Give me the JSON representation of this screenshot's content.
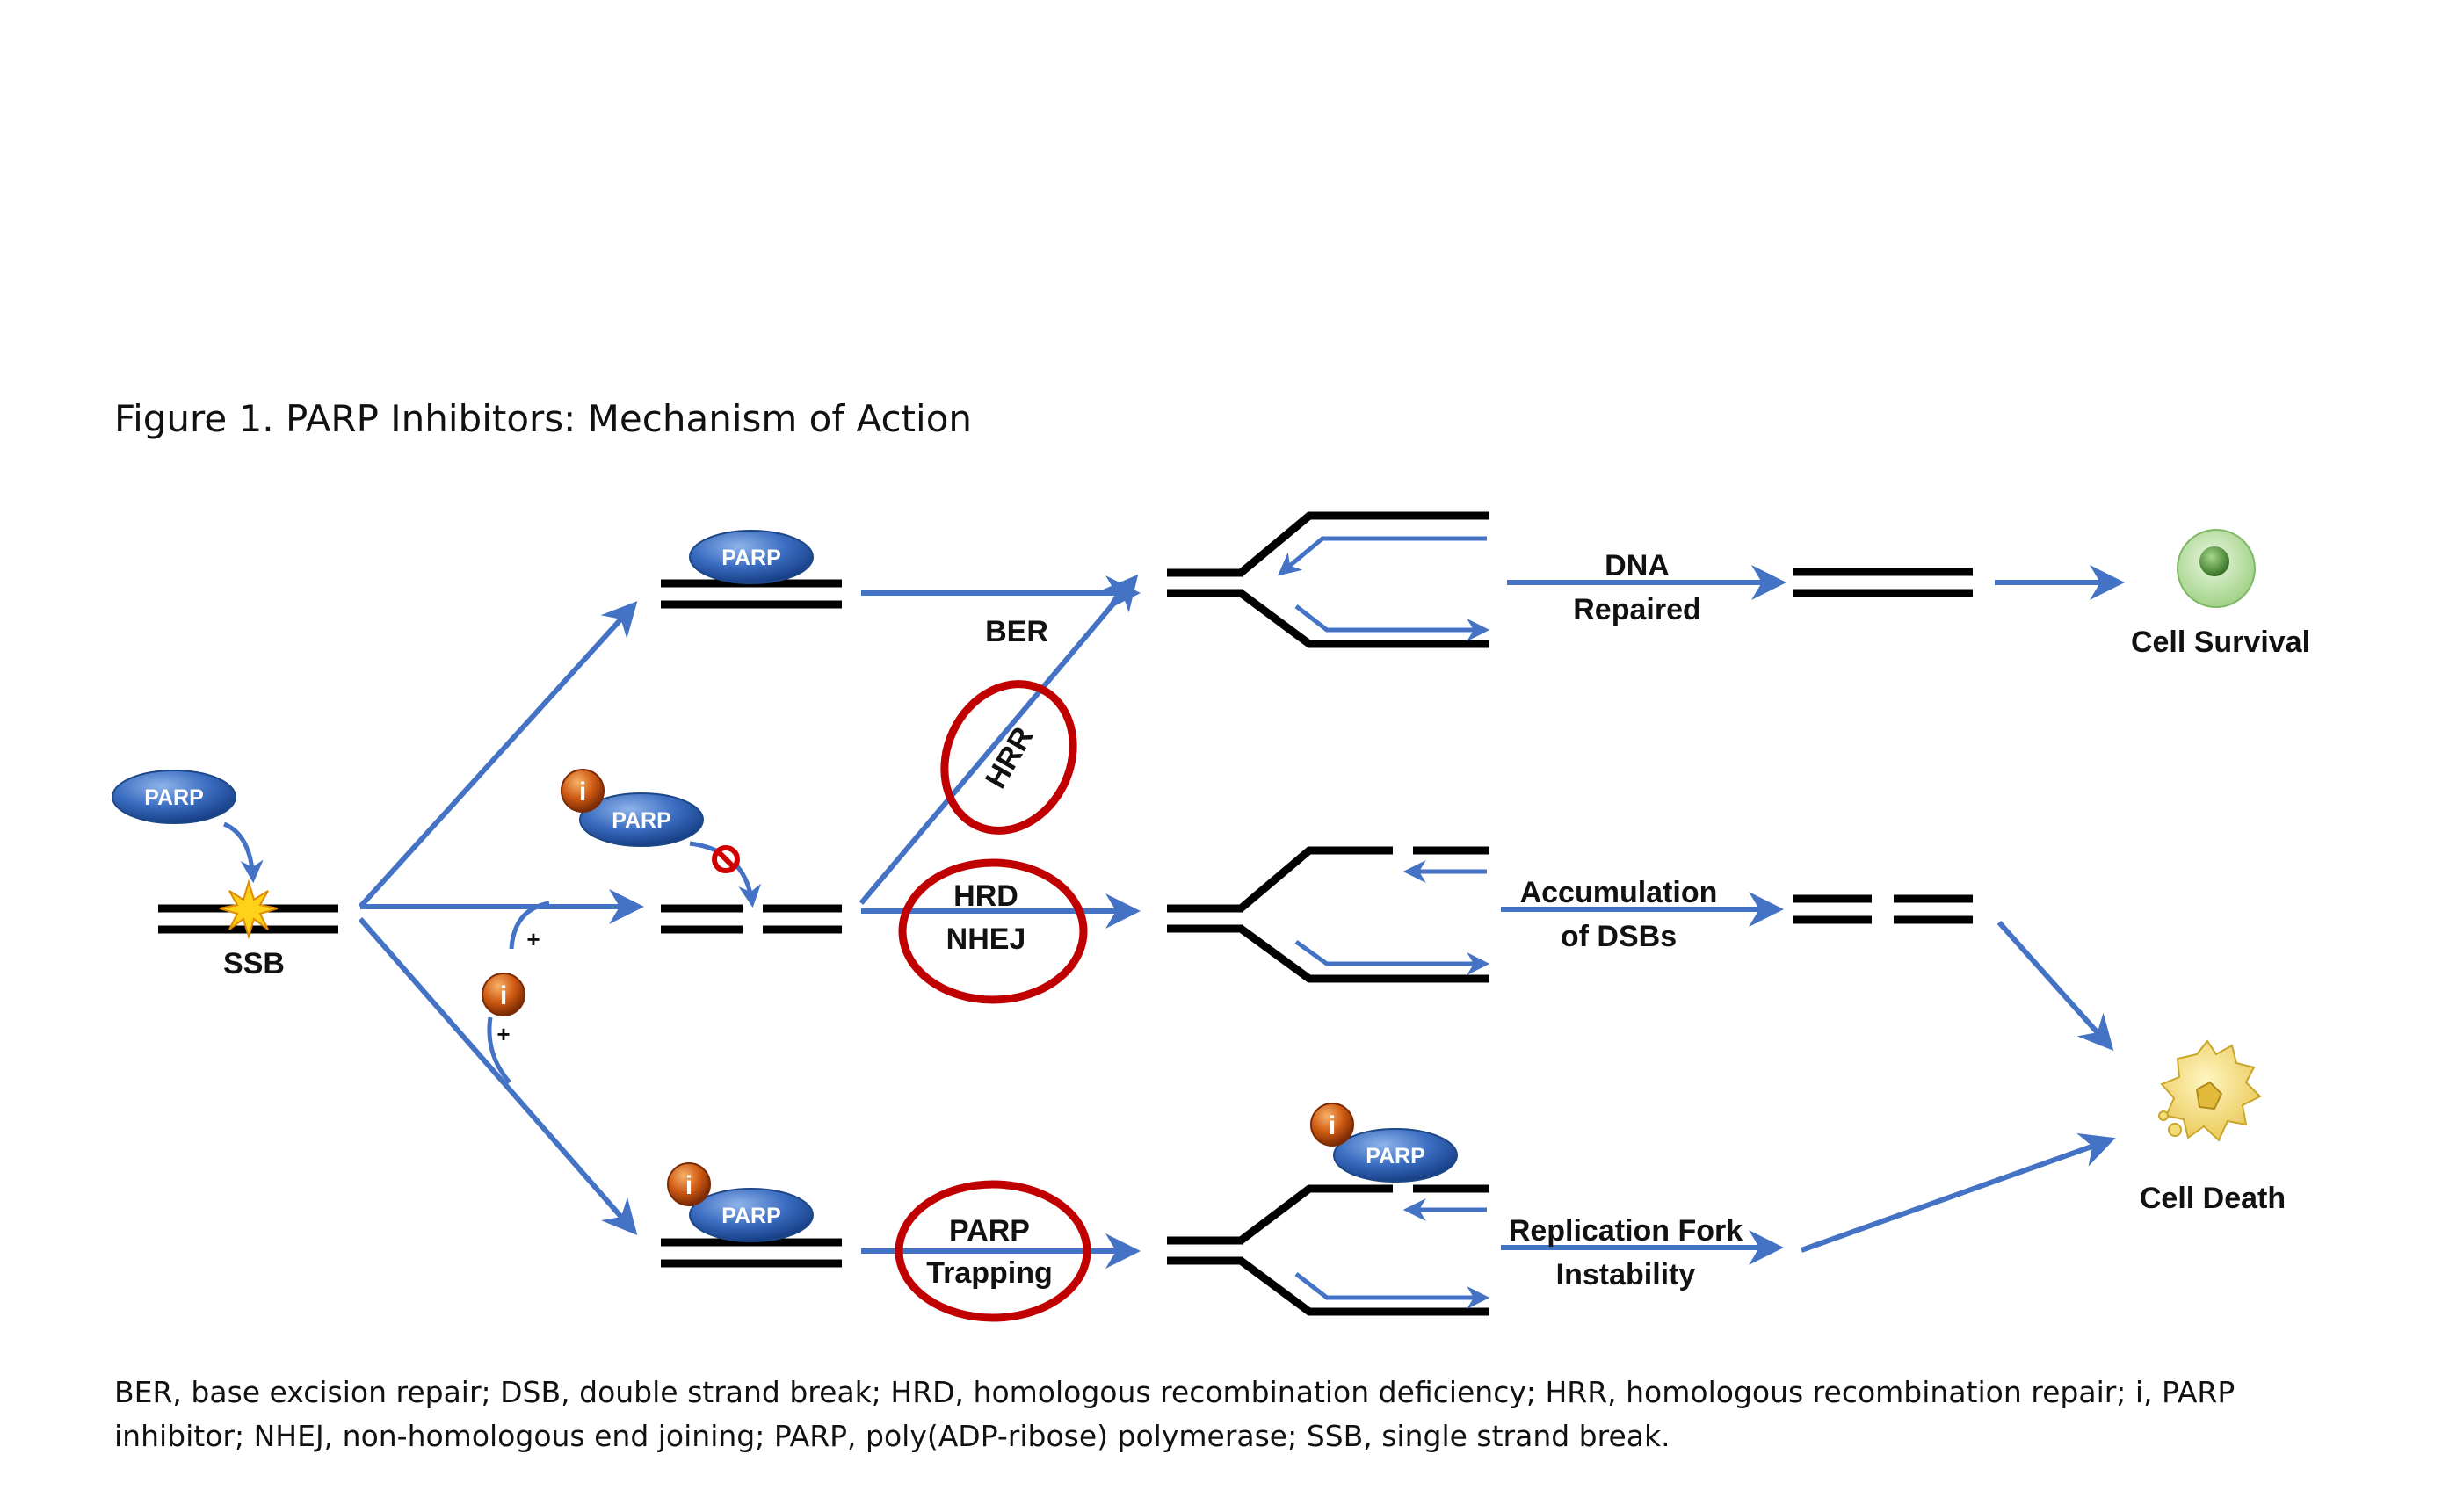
{
  "figure": {
    "title": "Figure 1. PARP Inhibitors: Mechanism of Action",
    "legend": "BER, base excision repair; DSB, double strand break; HRD, homologous recombination deficiency; HRR, homologous recombination repair; i, PARP inhibitor; NHEJ, non-homologous end joining; PARP, poly(ADP-ribose) polymerase; SSB, single strand break."
  },
  "labels": {
    "ssb": "SSB",
    "ber": "BER",
    "hrr": "HRR",
    "hrd": "HRD",
    "nhej": "NHEJ",
    "parp_trapping_1": "PARP",
    "parp_trapping_2": "Trapping",
    "dna_repaired_1": "DNA",
    "dna_repaired_2": "Repaired",
    "accumulation_1": "Accumulation",
    "accumulation_2": "of DSBs",
    "fork_1": "Replication Fork",
    "fork_2": "Instability",
    "cell_survival": "Cell Survival",
    "cell_death": "Cell Death",
    "plus": "+"
  },
  "molecules": {
    "parp": "PARP",
    "inhibitor": "i"
  },
  "colors": {
    "arrow": "#4472c4",
    "dna": "#000000",
    "highlight_circle": "#c00000",
    "parp_fill": "#2e5fae",
    "inhibitor_fill": "#c0480e",
    "survival_cell": "#b9e2a4",
    "death_cell": "#f3dd7a"
  }
}
